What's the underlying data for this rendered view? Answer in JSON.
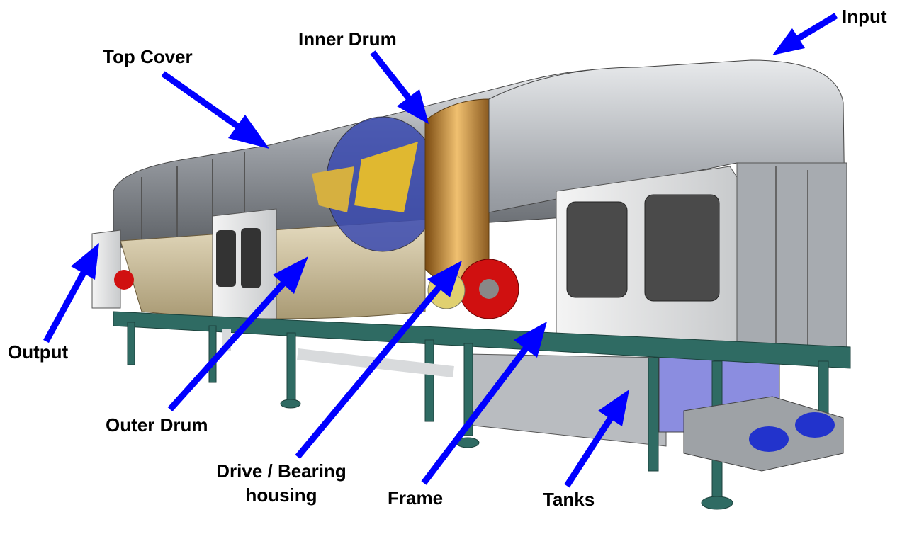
{
  "labels": {
    "input": "Input",
    "top_cover": "Top Cover",
    "inner_drum": "Inner Drum",
    "output": "Output",
    "outer_drum": "Outer Drum",
    "drive_line1": "Drive / Bearing",
    "drive_line2": "housing",
    "frame": "Frame",
    "tanks": "Tanks"
  },
  "colors": {
    "arrow": "#0000ff",
    "frame": "#2f6b63",
    "cover": "#a9adb2",
    "inner_drum": "#2a3a9a",
    "bearing": "#c8913a",
    "motor": "#d01010",
    "tank": "#7c7fd8"
  }
}
